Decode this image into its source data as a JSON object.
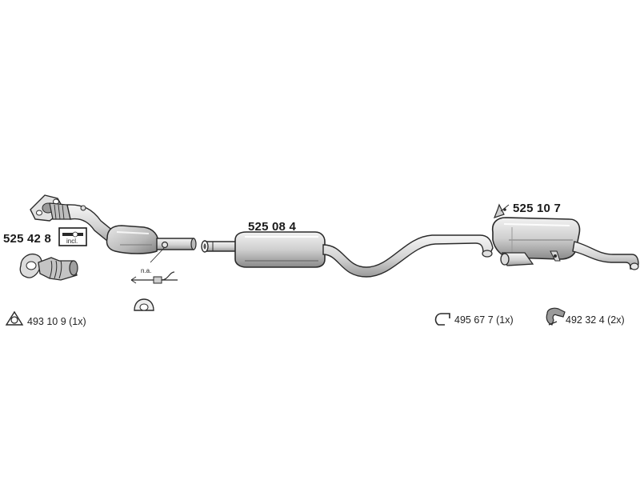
{
  "parts": {
    "front_pipe": "525 42 8",
    "middle_silencer": "525 08 4",
    "rear_silencer": "525 10 7"
  },
  "notes": {
    "incl": "incl.",
    "na": "n.a."
  },
  "accessories": [
    {
      "label": "493 10 9 (1x)",
      "icon": "gasket-ring-icon"
    },
    {
      "label": "495 67 7 (1x)",
      "icon": "hanger-clip-icon"
    },
    {
      "label": "492 32 4 (2x)",
      "icon": "clamp-icon"
    }
  ],
  "colors": {
    "line": "#2a2a2a",
    "metal_light": "#ededed",
    "metal_mid": "#c6c6c6",
    "metal_dark": "#8e8e8e",
    "text": "#1a1a1a"
  }
}
